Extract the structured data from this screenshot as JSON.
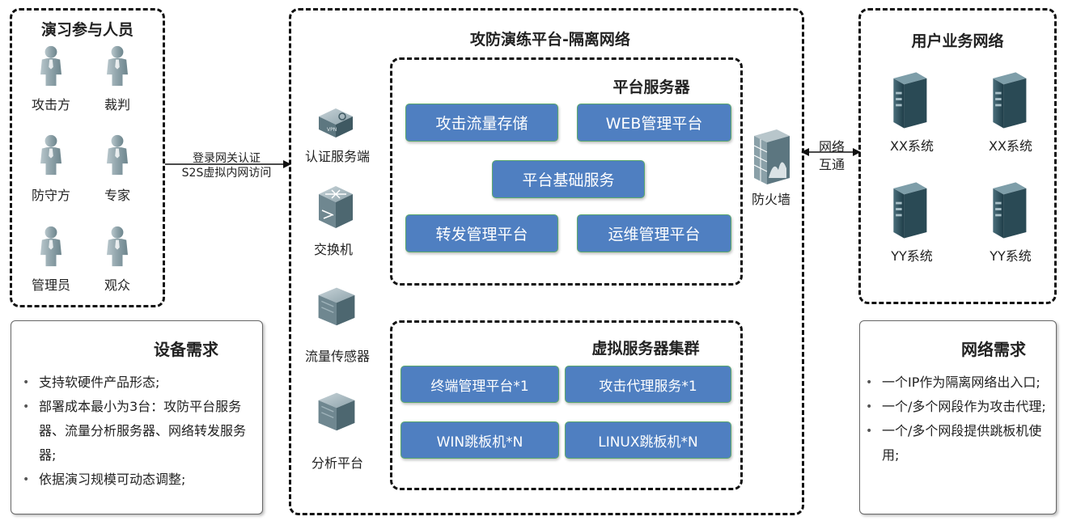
{
  "participants": {
    "title": "演习参与人员",
    "people": [
      "攻击方",
      "裁判",
      "防守方",
      "专家",
      "管理员",
      "观众"
    ]
  },
  "device_req": {
    "title": "设备需求",
    "items": [
      "支持软硬件产品形态;",
      "部署成本最小为3台：攻防平台服务器、流量分析服务器、网络转发服务器;",
      "依据演习规模可动态调整;"
    ]
  },
  "link_left": {
    "line1": "登录网关认证",
    "line2": "S2S虚拟内网访问"
  },
  "platform": {
    "title": "攻防演练平台-隔离网络",
    "devices": [
      "认证服务端",
      "交换机",
      "流量传感器",
      "分析平台"
    ],
    "firewall": "防火墙"
  },
  "platform_server": {
    "title": "平台服务器",
    "modules": [
      "攻击流量存储",
      "WEB管理平台",
      "平台基础服务",
      "转发管理平台",
      "运维管理平台"
    ]
  },
  "vm_cluster": {
    "title": "虚拟服务器集群",
    "modules": [
      "终端管理平台*1",
      "攻击代理服务*1",
      "WIN跳板机*N",
      "LINUX跳板机*N"
    ]
  },
  "link_right": {
    "line1": "网络",
    "line2": "互通"
  },
  "user_network": {
    "title": "用户业务网络",
    "systems": [
      "XX系统",
      "XX系统",
      "YY系统",
      "YY系统"
    ]
  },
  "network_req": {
    "title": "网络需求",
    "items": [
      "一个IP作为隔离网络出入口;",
      "一个/多个网段作为攻击代理;",
      "一个/多个网段提供跳板机使用;"
    ]
  }
}
